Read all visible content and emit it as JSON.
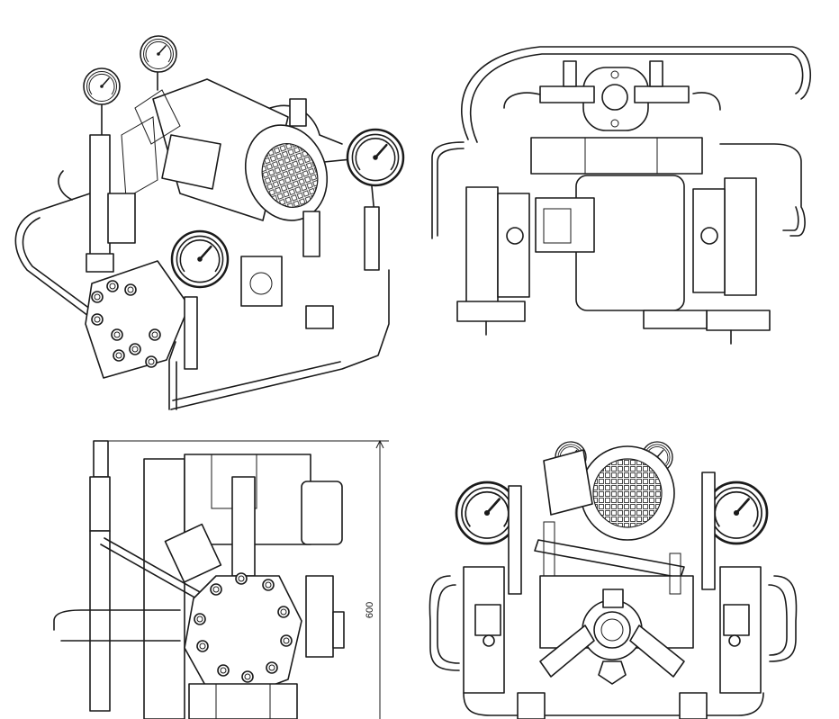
{
  "drawing": {
    "views": [
      {
        "id": "isometric-view"
      },
      {
        "id": "top-view"
      },
      {
        "id": "side-view"
      },
      {
        "id": "front-view"
      }
    ],
    "dimension_label": "600"
  },
  "colors": {
    "line": "#1a1a1a",
    "background": "#ffffff"
  },
  "icons": [
    "pressure-gauge-icon",
    "motor-fan-grille-icon",
    "bolt-circle-flange-icon"
  ]
}
